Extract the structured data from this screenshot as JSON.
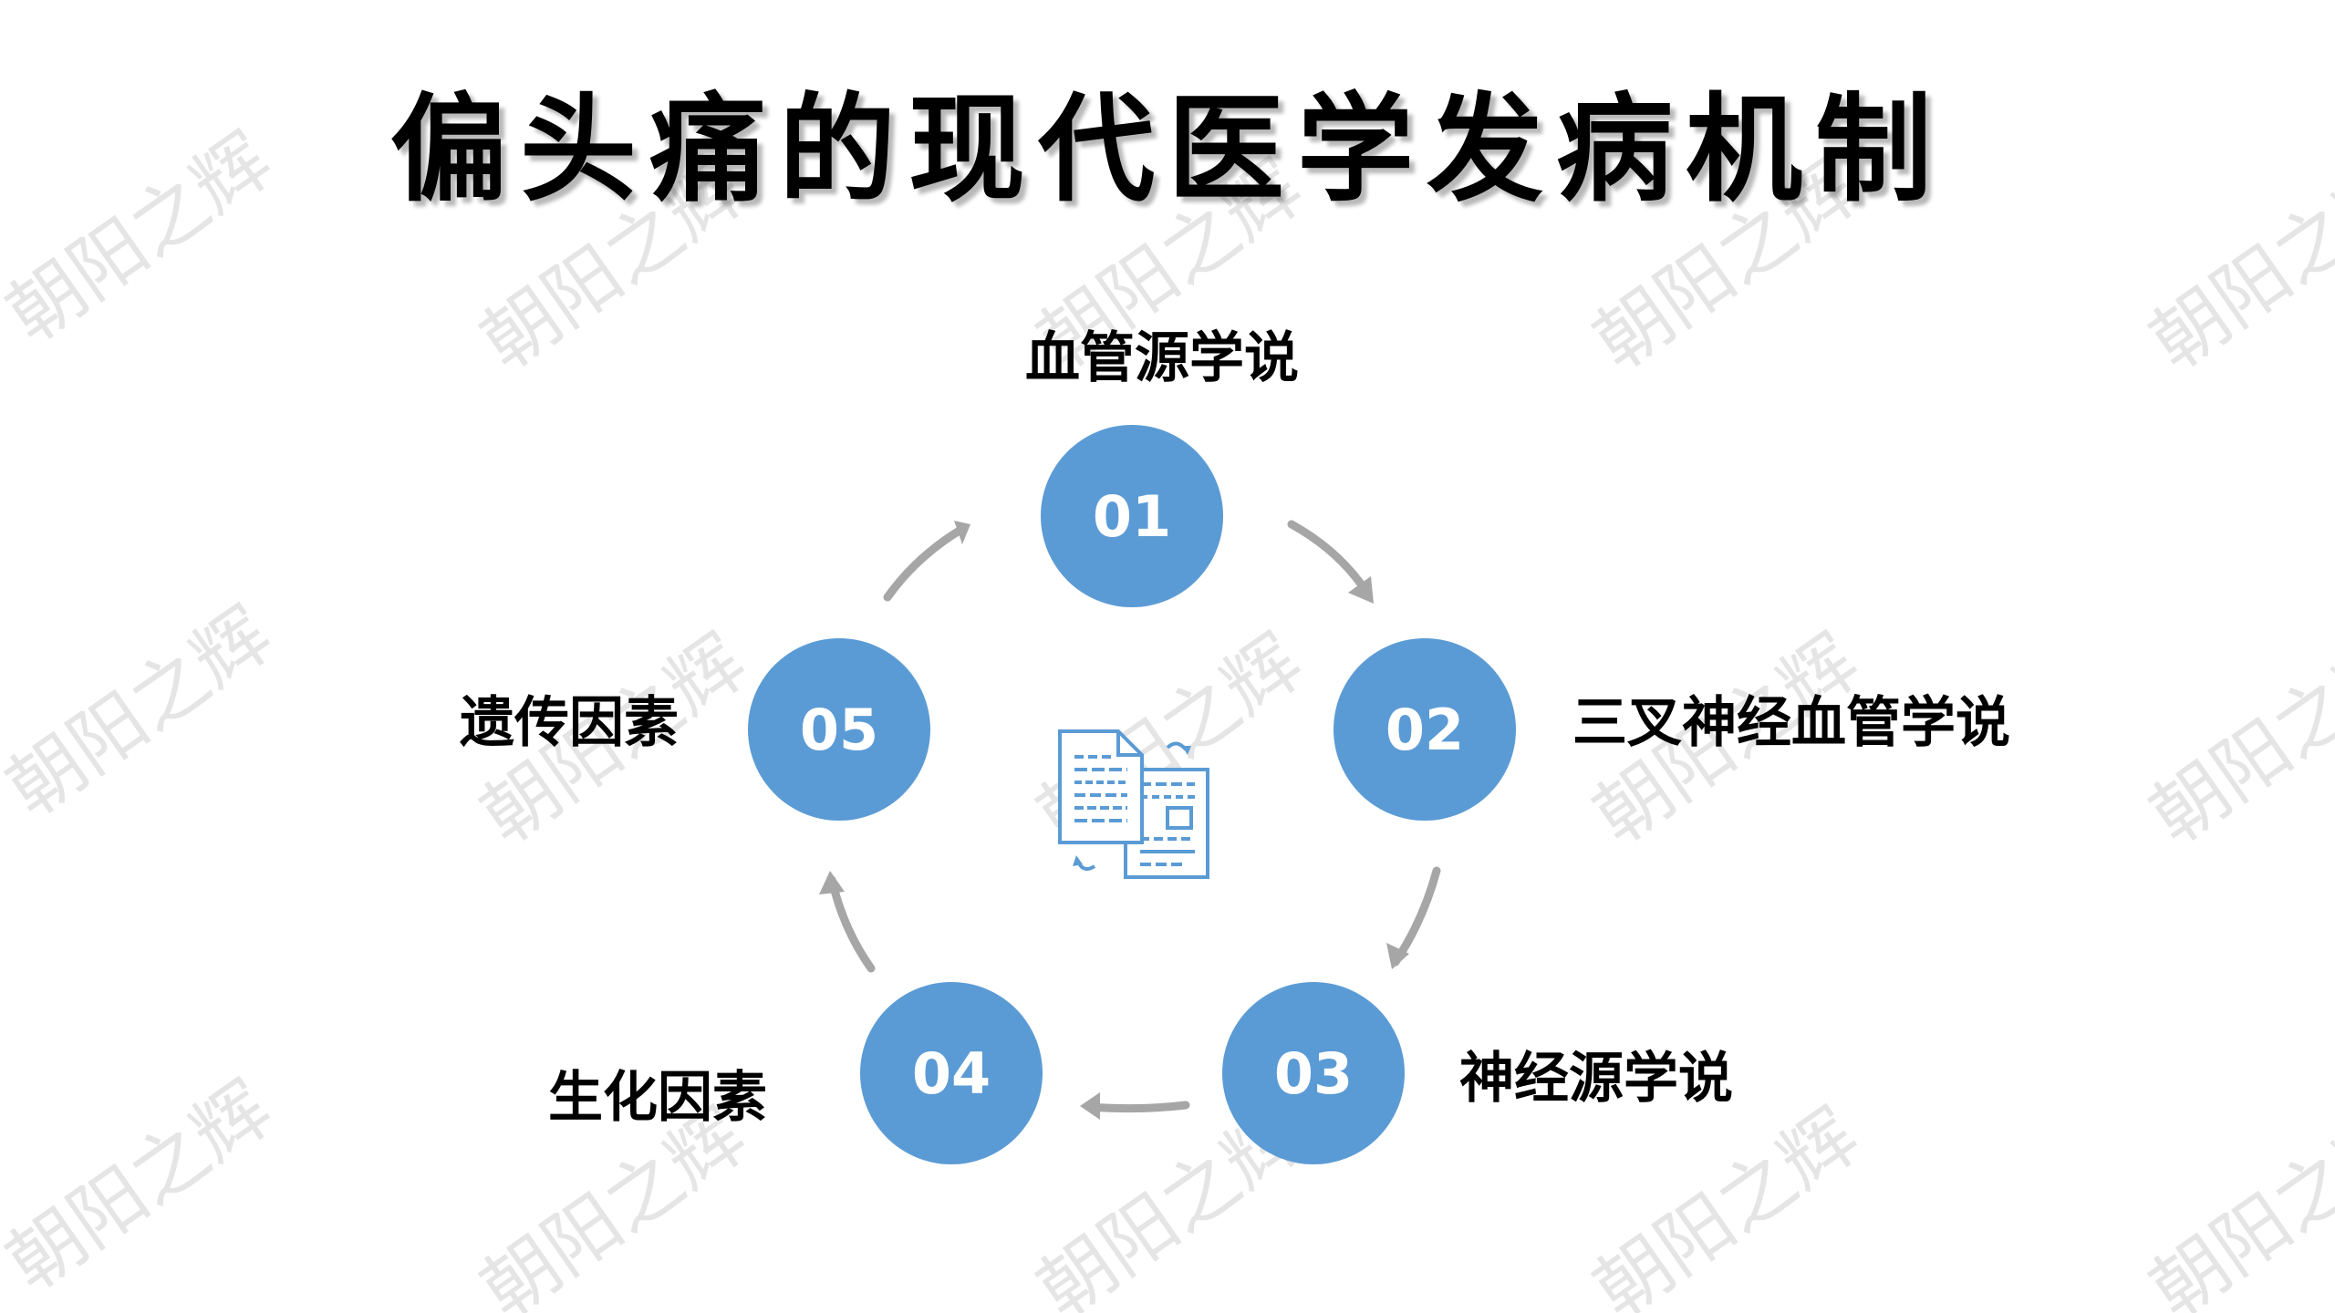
{
  "title": "偏头痛的现代医学发病机制",
  "accent_color": "#5b9bd5",
  "arrow_color": "#a6a6a6",
  "watermark_text": "朝阳之辉",
  "center_icon": "document-convert-icon",
  "nodes": [
    {
      "number": "01",
      "label": "血管源学说"
    },
    {
      "number": "02",
      "label": "三叉神经血管学说"
    },
    {
      "number": "03",
      "label": "神经源学说"
    },
    {
      "number": "04",
      "label": "生化因素"
    },
    {
      "number": "05",
      "label": "遗传因素"
    }
  ]
}
